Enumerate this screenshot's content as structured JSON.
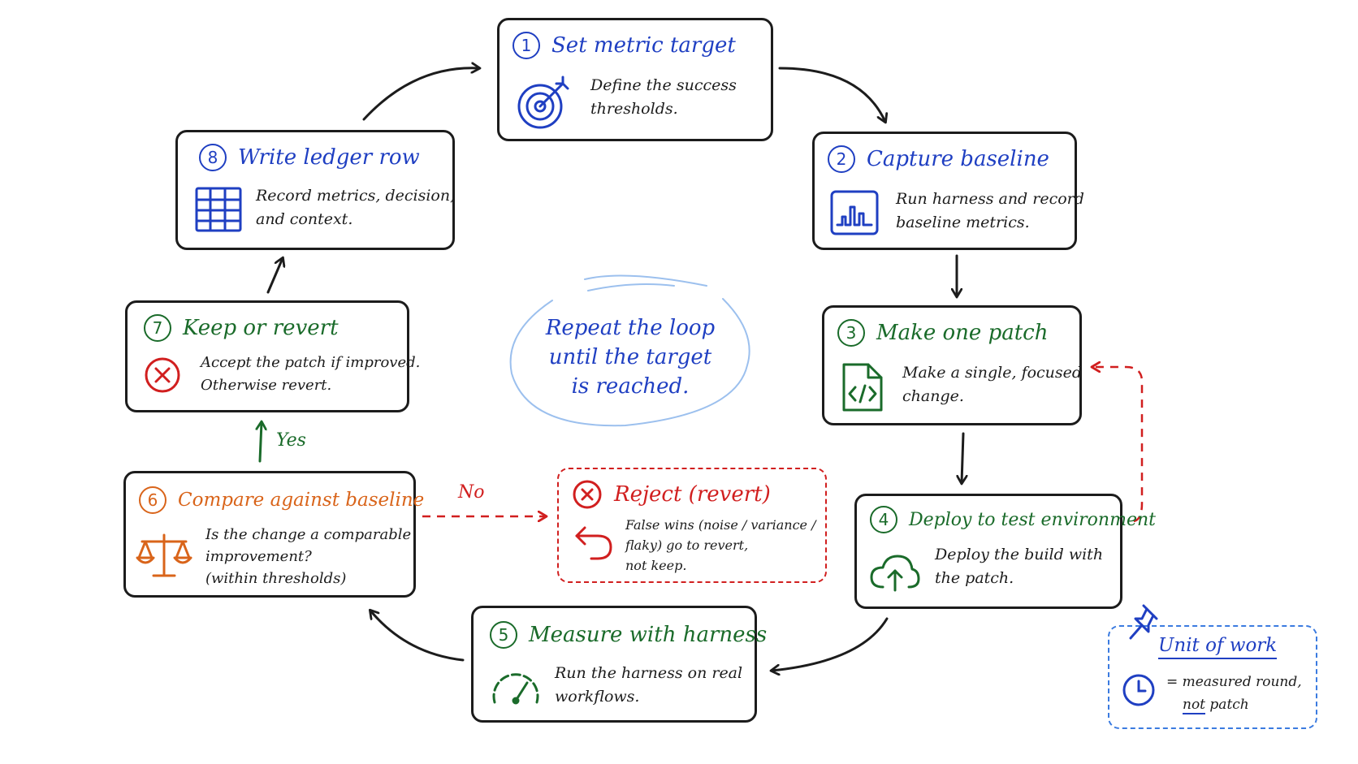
{
  "steps": [
    {
      "num": "1",
      "title": "Set metric target",
      "lines": [
        "Define the success",
        "thresholds."
      ],
      "icon": "target-icon"
    },
    {
      "num": "2",
      "title": "Capture baseline",
      "lines": [
        "Run harness and record",
        "baseline metrics."
      ],
      "icon": "bar-chart-icon"
    },
    {
      "num": "3",
      "title": "Make one patch",
      "lines": [
        "Make a single, focused",
        "change."
      ],
      "icon": "code-file-icon"
    },
    {
      "num": "4",
      "title": "Deploy to test environment",
      "lines": [
        "Deploy the build with",
        "the patch."
      ],
      "icon": "cloud-upload-icon"
    },
    {
      "num": "5",
      "title": "Measure with harness",
      "lines": [
        "Run the harness on real",
        "workflows."
      ],
      "icon": "gauge-icon"
    },
    {
      "num": "6",
      "title": "Compare against baseline",
      "lines": [
        "Is the change a comparable",
        "improvement?",
        "(within thresholds)"
      ],
      "icon": "balance-scale-icon"
    },
    {
      "num": "7",
      "title": "Keep or revert",
      "lines": [
        "Accept the patch if improved.",
        "Otherwise revert."
      ],
      "icon": "x-circle-icon"
    },
    {
      "num": "8",
      "title": "Write ledger row",
      "lines": [
        "Record metrics, decision,",
        "and context."
      ],
      "icon": "table-grid-icon"
    }
  ],
  "reject": {
    "title": "Reject (revert)",
    "lines": [
      "False wins (noise / variance /",
      "flaky) go to revert,",
      "not keep."
    ],
    "icon": "undo-arrow-icon"
  },
  "center": {
    "lines": [
      "Repeat the loop",
      "until the target",
      "is reached."
    ]
  },
  "labels": {
    "yes": "Yes",
    "no": "No"
  },
  "unit_of_work": {
    "title": "Unit of work",
    "eq": "= measured round,",
    "not": "not",
    "patch": "patch",
    "icon": "clock-icon",
    "pin_icon": "pushpin-icon"
  },
  "colors": {
    "blue": "#1f3fc2",
    "green": "#1a6b2a",
    "orange": "#d9641a",
    "red": "#d11f1f",
    "light_blue": "#3b7be0",
    "ink": "#1c1c1c"
  }
}
